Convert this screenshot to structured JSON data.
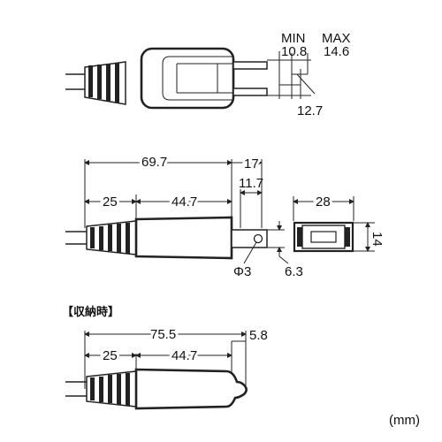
{
  "top_view": {
    "min_label": "MIN",
    "min_value": "10.8",
    "max_label": "MAX",
    "max_value": "14.6",
    "pin_spacing": "12.7"
  },
  "side_view": {
    "total_length": "69.7",
    "blade_length": "17",
    "blade_inner": "11.7",
    "sleeve_length": "25",
    "body_length": "44.7",
    "hole_diameter": "Φ3",
    "blade_width": "6.3"
  },
  "end_view": {
    "width": "28",
    "height": "14"
  },
  "stored": {
    "heading": "【収納時】",
    "total_length": "75.5",
    "tip_length": "5.8",
    "sleeve_length": "25",
    "body_length": "44.7"
  },
  "unit_label": "(mm)"
}
